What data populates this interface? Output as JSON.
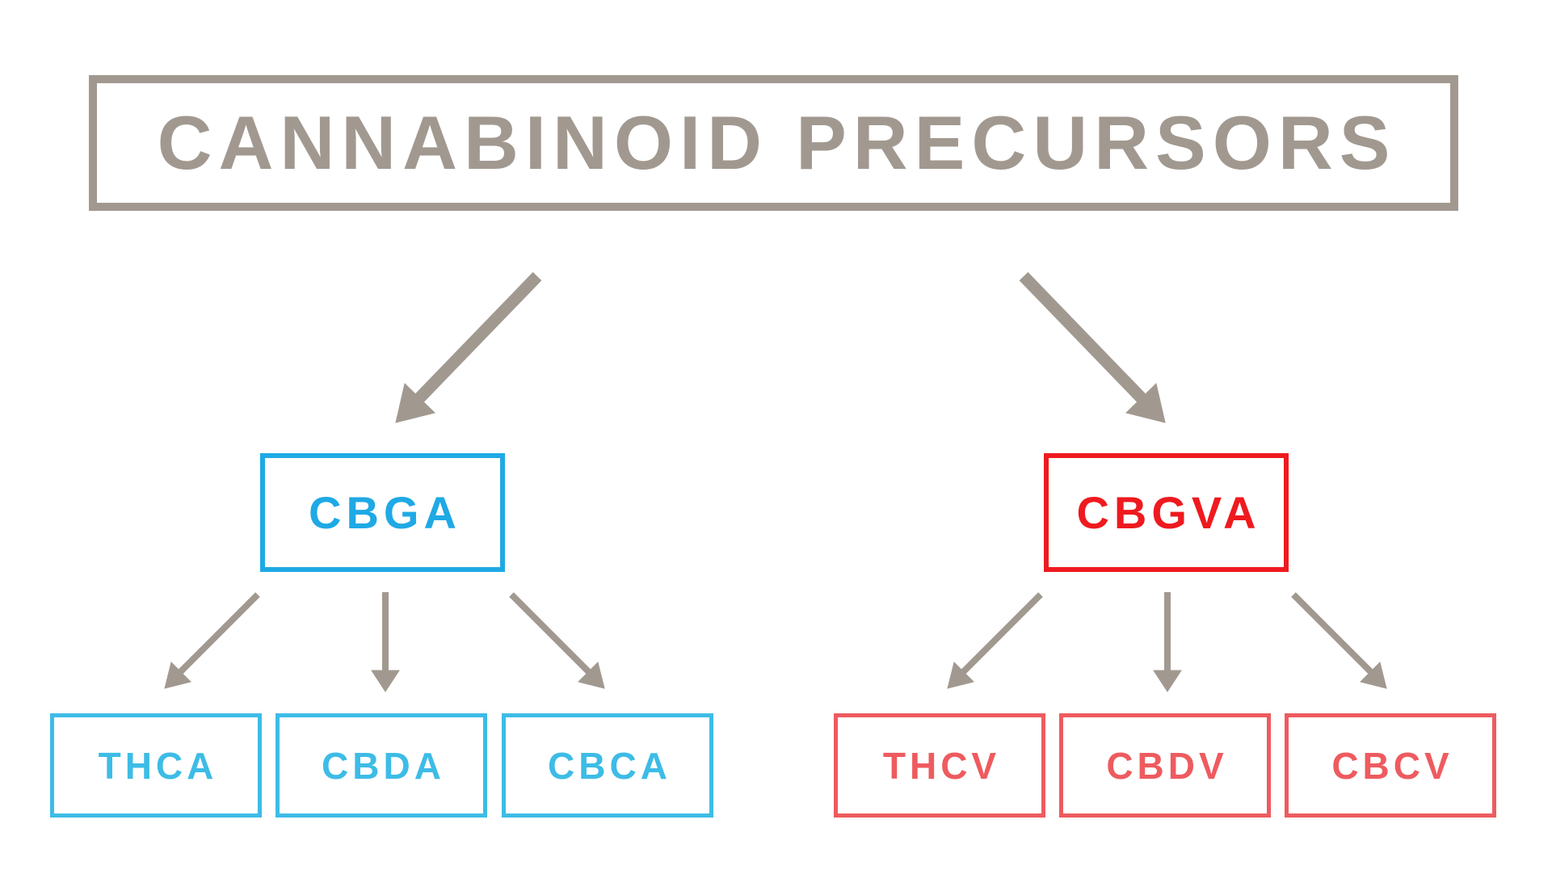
{
  "title": "CANNABINOID PRECURSORS",
  "precursors": [
    {
      "label": "CBGA",
      "color": "#1fa9e5",
      "products_color": "#3dbce6",
      "products": [
        "THCA",
        "CBDA",
        "CBCA"
      ]
    },
    {
      "label": "CBGVA",
      "color": "#ee1a1f",
      "products_color": "#ee5b5f",
      "products": [
        "THCV",
        "CBDV",
        "CBCV"
      ]
    }
  ],
  "arrow_color": "#a19990"
}
